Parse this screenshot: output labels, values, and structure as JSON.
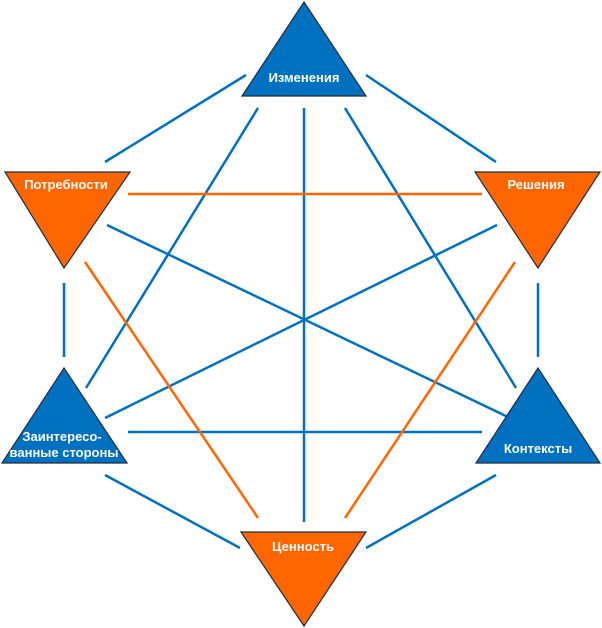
{
  "colors": {
    "blue": "#0070C0",
    "orange": "#FF6600",
    "outline": "#1F2D3D"
  },
  "nodes": {
    "changes": "Изменения",
    "needs": "Потребности",
    "solutions": "Решения",
    "stakeholders_1": "Заинтересо-",
    "stakeholders_2": "ванные стороны",
    "contexts": "Контексты",
    "value": "Ценность"
  }
}
